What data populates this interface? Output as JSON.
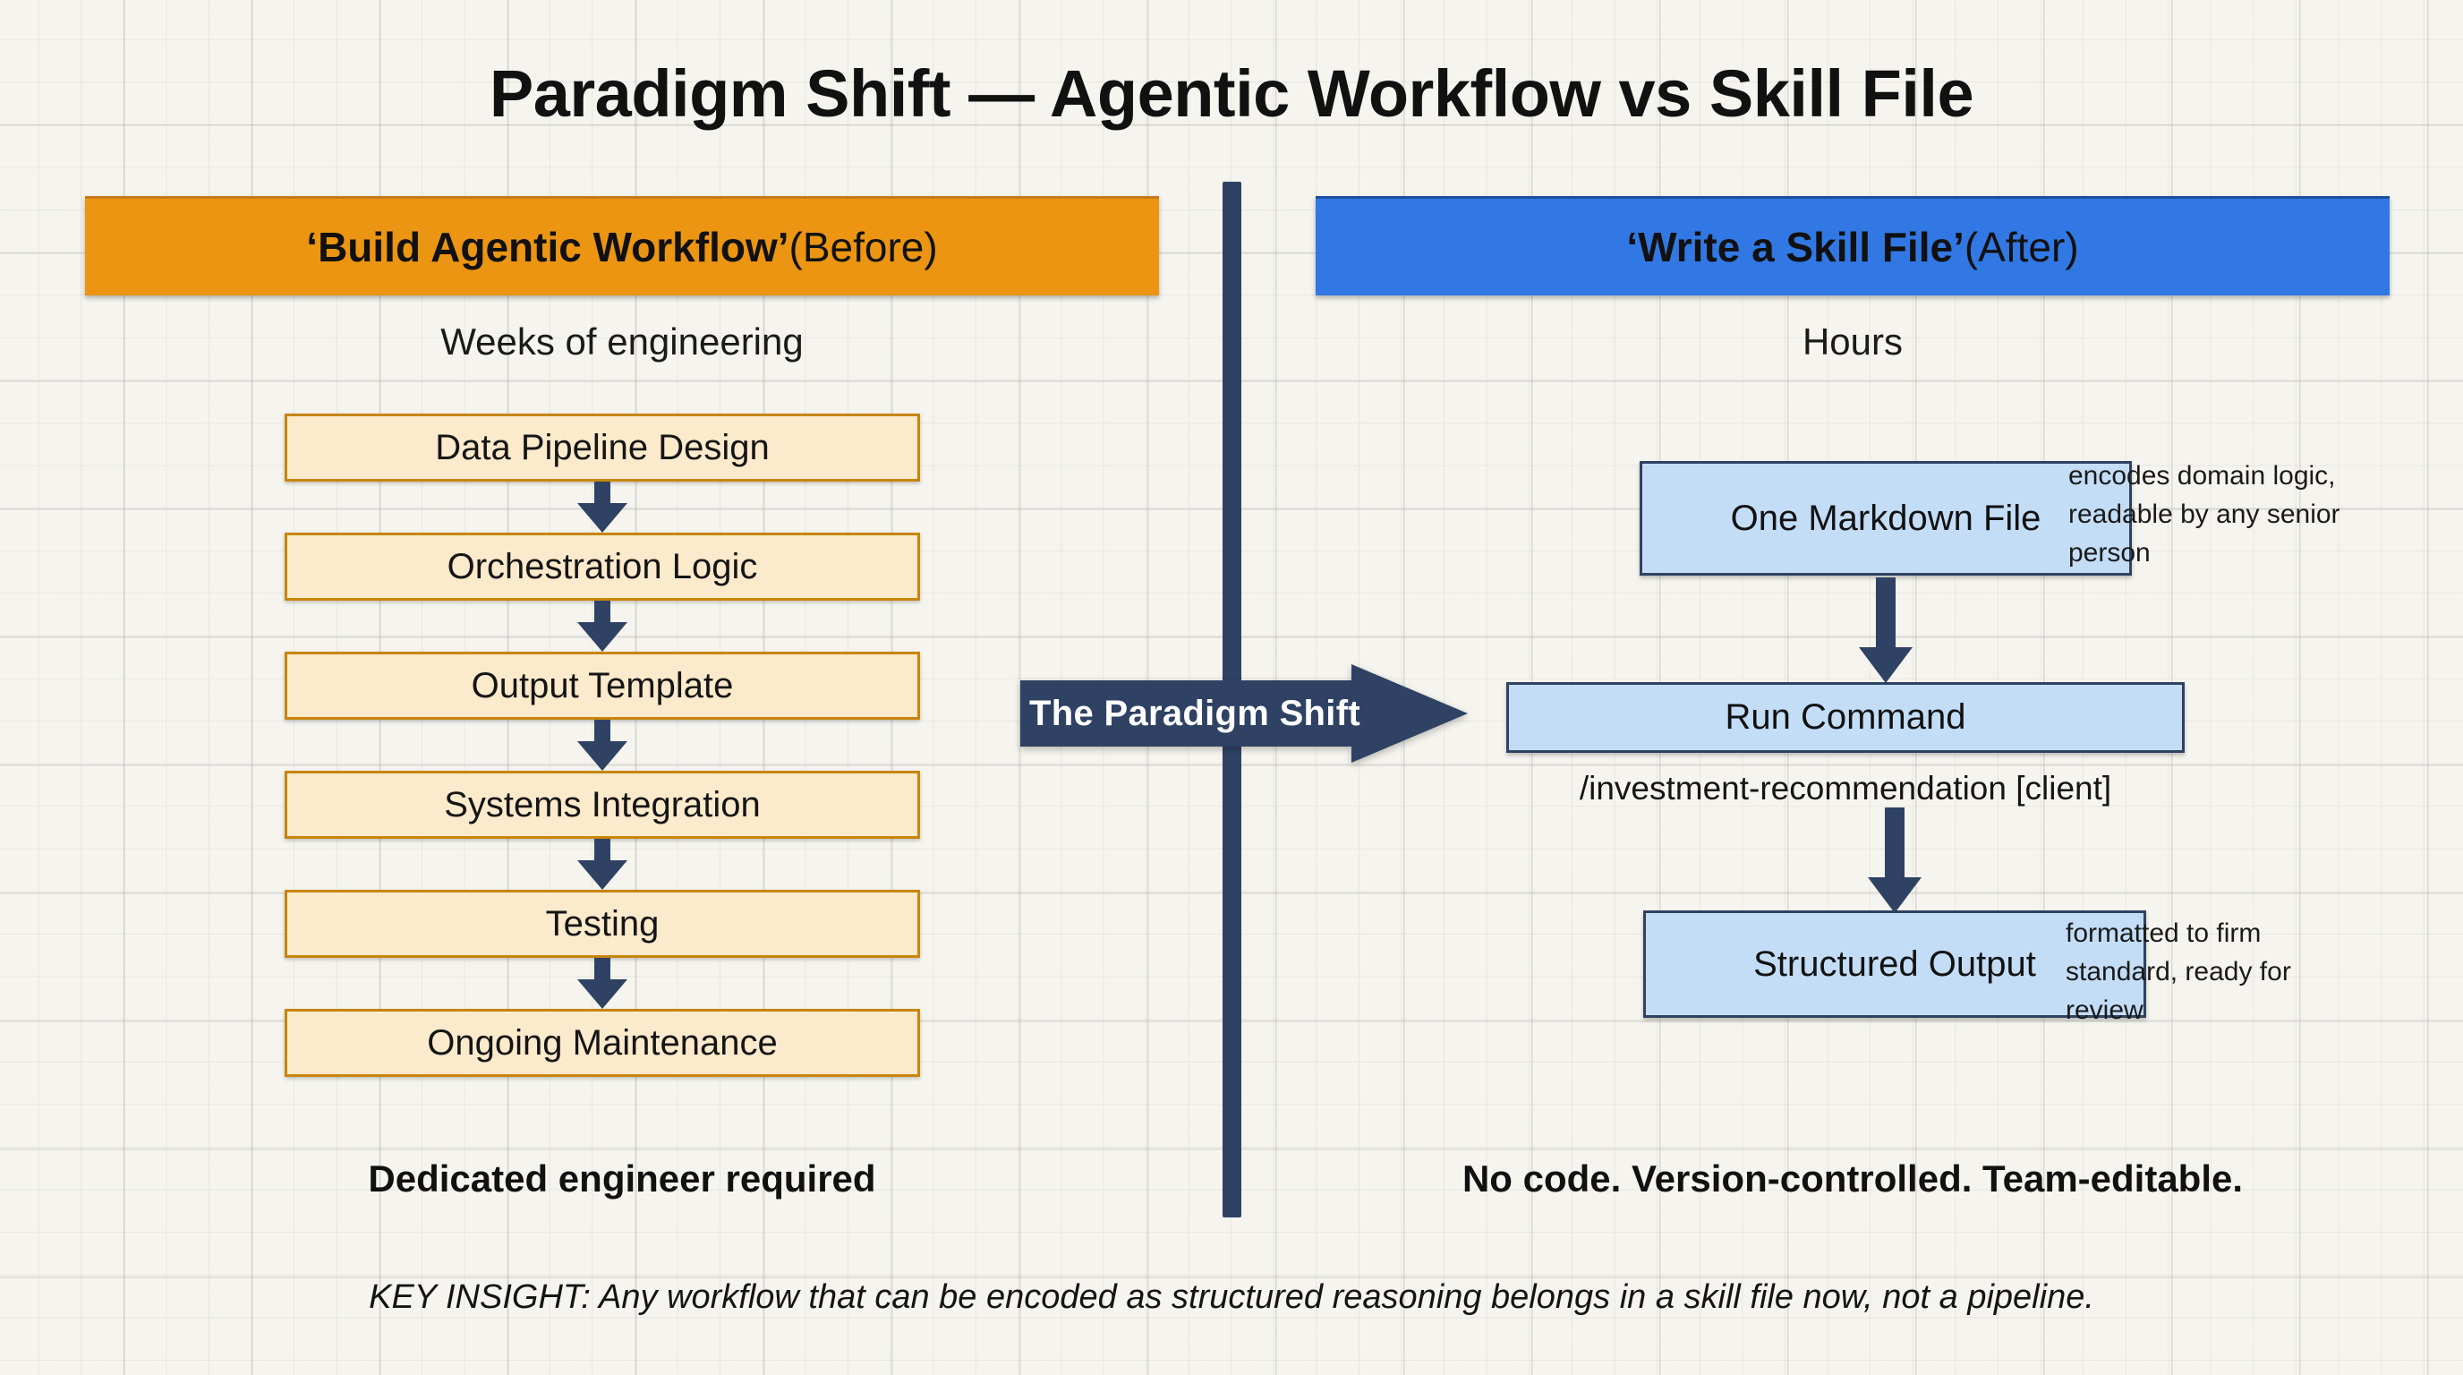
{
  "title": "Paradigm Shift — Agentic Workflow vs Skill File",
  "divider": {
    "name": "vertical-divider"
  },
  "left": {
    "header": {
      "strong": "‘Build Agentic Workflow’",
      "light": " (Before)"
    },
    "subtitle": "Weeks of engineering",
    "steps": [
      "Data Pipeline Design",
      "Orchestration Logic",
      "Output Template",
      "Systems Integration",
      "Testing",
      "Ongoing Maintenance"
    ],
    "footer": "Dedicated engineer required",
    "colors": {
      "header_bg": "#eb9512",
      "box_bg": "#fbeacb",
      "box_border": "#c8860d"
    }
  },
  "center": {
    "arrow_label": "The Paradigm Shift",
    "color": "#2f4263"
  },
  "right": {
    "header": {
      "strong": "‘Write a Skill File’",
      "light": " (After)"
    },
    "subtitle": "Hours",
    "boxes": {
      "markdown": "One Markdown File",
      "run": "Run Command",
      "output": "Structured Output"
    },
    "notes": {
      "markdown": "encodes domain logic, readable by any senior person",
      "output": "formatted to firm standard, ready for review"
    },
    "command": "/investment-recommendation [client]",
    "footer": "No code. Version-controlled. Team-editable.",
    "colors": {
      "header_bg": "#3278e4",
      "box_bg": "#c3ddf7",
      "box_border": "#2f4263"
    }
  },
  "key_insight": "KEY INSIGHT: Any workflow that can be encoded as structured reasoning belongs in a skill file now, not a pipeline."
}
